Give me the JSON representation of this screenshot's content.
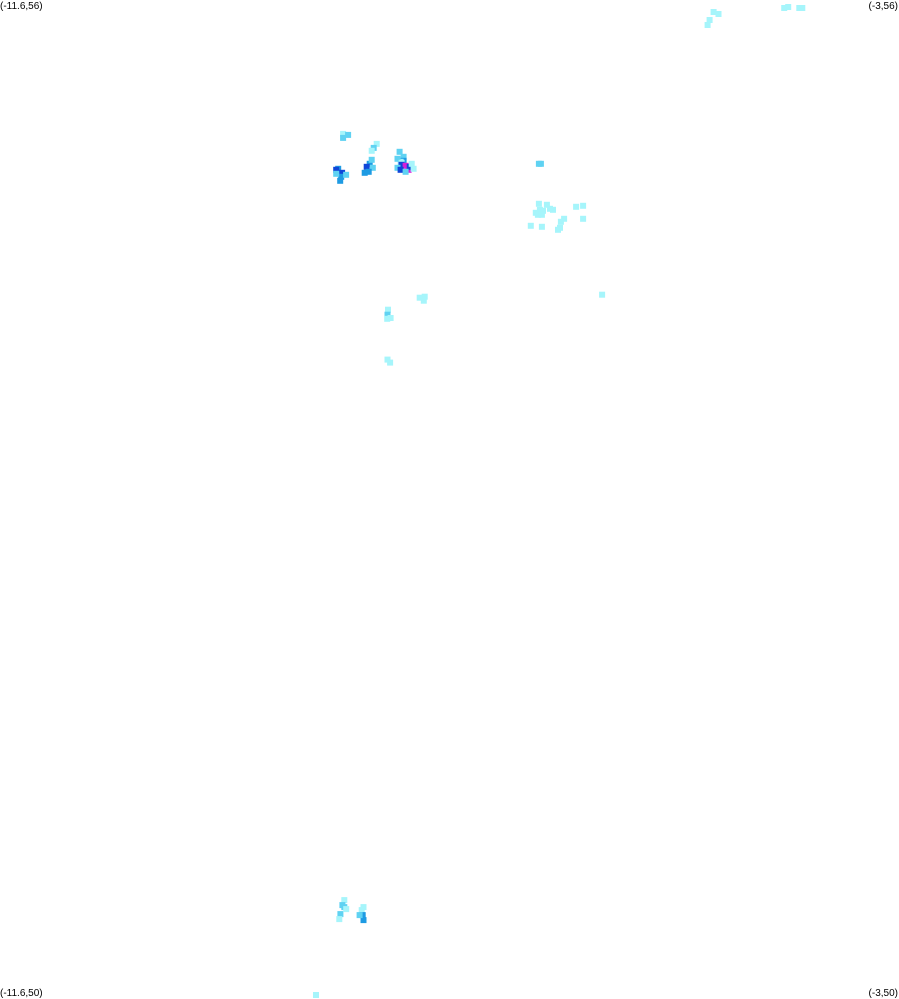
{
  "corners": {
    "top_left": "(-11.6,56)",
    "top_right": "(-3,56)",
    "bottom_left": "(-11.6,50)",
    "bottom_right": "(-3,50)"
  },
  "bounds": {
    "lon_min": -11.6,
    "lon_max": -3,
    "lat_min": 50,
    "lat_max": 56
  },
  "palette": [
    "#a6f5fb",
    "#5fd2f2",
    "#1e9be3",
    "#1046d8",
    "#d81fd8"
  ],
  "cells": [
    [
      -4.774,
      55.928,
      0
    ],
    [
      -4.812,
      55.88,
      0
    ],
    [
      -4.831,
      55.85,
      0
    ],
    [
      -4.727,
      55.916,
      0
    ],
    [
      -4.098,
      55.952,
      0
    ],
    [
      -4.06,
      55.958,
      0
    ],
    [
      -3.954,
      55.952,
      0
    ],
    [
      -3.925,
      55.952,
      0
    ],
    [
      -8.318,
      55.196,
      0
    ],
    [
      -8.27,
      55.19,
      1
    ],
    [
      -8.318,
      55.172,
      1
    ],
    [
      -7.996,
      55.136,
      0
    ],
    [
      -8.025,
      55.112,
      1
    ],
    [
      -8.044,
      55.094,
      0
    ],
    [
      -7.777,
      55.088,
      1
    ],
    [
      -7.739,
      55.058,
      1
    ],
    [
      -7.739,
      55.034,
      2
    ],
    [
      -7.768,
      55.028,
      0
    ],
    [
      -7.797,
      55.046,
      1
    ],
    [
      -7.758,
      55.022,
      0
    ],
    [
      -8.365,
      54.986,
      2
    ],
    [
      -8.384,
      54.98,
      3
    ],
    [
      -8.327,
      54.962,
      3
    ],
    [
      -8.336,
      54.938,
      2
    ],
    [
      -8.384,
      54.956,
      1
    ],
    [
      -8.346,
      54.914,
      2
    ],
    [
      -8.289,
      54.95,
      1
    ],
    [
      -8.063,
      55.016,
      2
    ],
    [
      -8.092,
      54.998,
      3
    ],
    [
      -8.034,
      54.992,
      1
    ],
    [
      -8.073,
      54.968,
      2
    ],
    [
      -8.111,
      54.962,
      2
    ],
    [
      -8.044,
      55.04,
      1
    ],
    [
      -7.759,
      55.01,
      3
    ],
    [
      -7.72,
      55.004,
      4
    ],
    [
      -7.691,
      54.98,
      4
    ],
    [
      -7.681,
      54.998,
      3
    ],
    [
      -7.662,
      55.016,
      0
    ],
    [
      -7.797,
      54.992,
      1
    ],
    [
      -7.768,
      54.98,
      3
    ],
    [
      -7.643,
      54.986,
      0
    ],
    [
      -7.72,
      54.968,
      1
    ],
    [
      -6.426,
      55.016,
      1
    ],
    [
      -6.445,
      55.016,
      1
    ],
    [
      -6.445,
      54.776,
      0
    ],
    [
      -6.368,
      54.77,
      0
    ],
    [
      -6.339,
      54.746,
      0
    ],
    [
      -6.435,
      54.74,
      0
    ],
    [
      -6.406,
      54.734,
      0
    ],
    [
      -6.474,
      54.722,
      0
    ],
    [
      -6.454,
      54.71,
      0
    ],
    [
      -6.416,
      54.71,
      0
    ],
    [
      -6.522,
      54.644,
      0
    ],
    [
      -6.416,
      54.638,
      0
    ],
    [
      -6.31,
      54.74,
      0
    ],
    [
      -6.022,
      54.764,
      0
    ],
    [
      -6.089,
      54.758,
      0
    ],
    [
      -6.022,
      54.686,
      0
    ],
    [
      -6.204,
      54.686,
      0
    ],
    [
      -6.234,
      54.668,
      0
    ],
    [
      -6.243,
      54.632,
      0
    ],
    [
      -6.262,
      54.62,
      0
    ],
    [
      -5.84,
      54.23,
      0
    ],
    [
      -7.537,
      54.218,
      0
    ],
    [
      -7.546,
      54.194,
      0
    ],
    [
      -7.585,
      54.212,
      0
    ],
    [
      -7.888,
      54.14,
      0
    ],
    [
      -7.893,
      54.11,
      1
    ],
    [
      -7.896,
      54.085,
      0
    ],
    [
      -7.863,
      54.09,
      0
    ],
    [
      -7.893,
      53.84,
      0
    ],
    [
      -7.868,
      53.822,
      0
    ],
    [
      -8.306,
      50.594,
      0
    ],
    [
      -8.325,
      50.564,
      1
    ],
    [
      -8.306,
      50.552,
      1
    ],
    [
      -8.344,
      50.51,
      1
    ],
    [
      -8.288,
      50.54,
      0
    ],
    [
      -8.354,
      50.48,
      0
    ],
    [
      -8.123,
      50.552,
      0
    ],
    [
      -8.14,
      50.534,
      0
    ],
    [
      -8.13,
      50.504,
      2
    ],
    [
      -8.123,
      50.474,
      2
    ],
    [
      -8.16,
      50.504,
      1
    ],
    [
      -8.577,
      50.024,
      0
    ]
  ]
}
